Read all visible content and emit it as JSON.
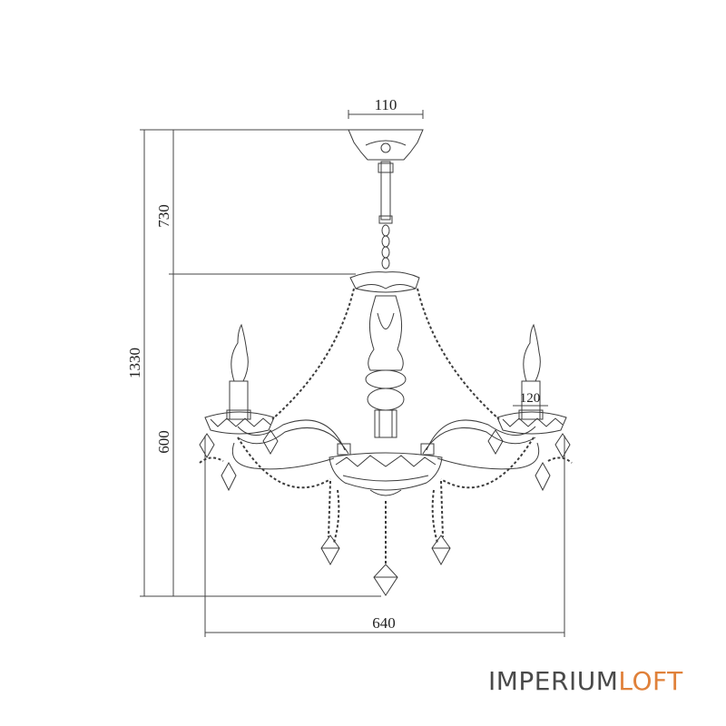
{
  "dimensions": {
    "top_width": "110",
    "upper_height": "730",
    "total_height": "1330",
    "lower_height": "600",
    "candle_width": "120",
    "overall_width": "640"
  },
  "brand": {
    "part1": "IMPERIUM",
    "part2": "LOFT",
    "colors": {
      "part1": "#4a4a4a",
      "part2": "#e0813a"
    }
  },
  "colors": {
    "line": "#3c3c3c",
    "dim_line": "#444444"
  }
}
